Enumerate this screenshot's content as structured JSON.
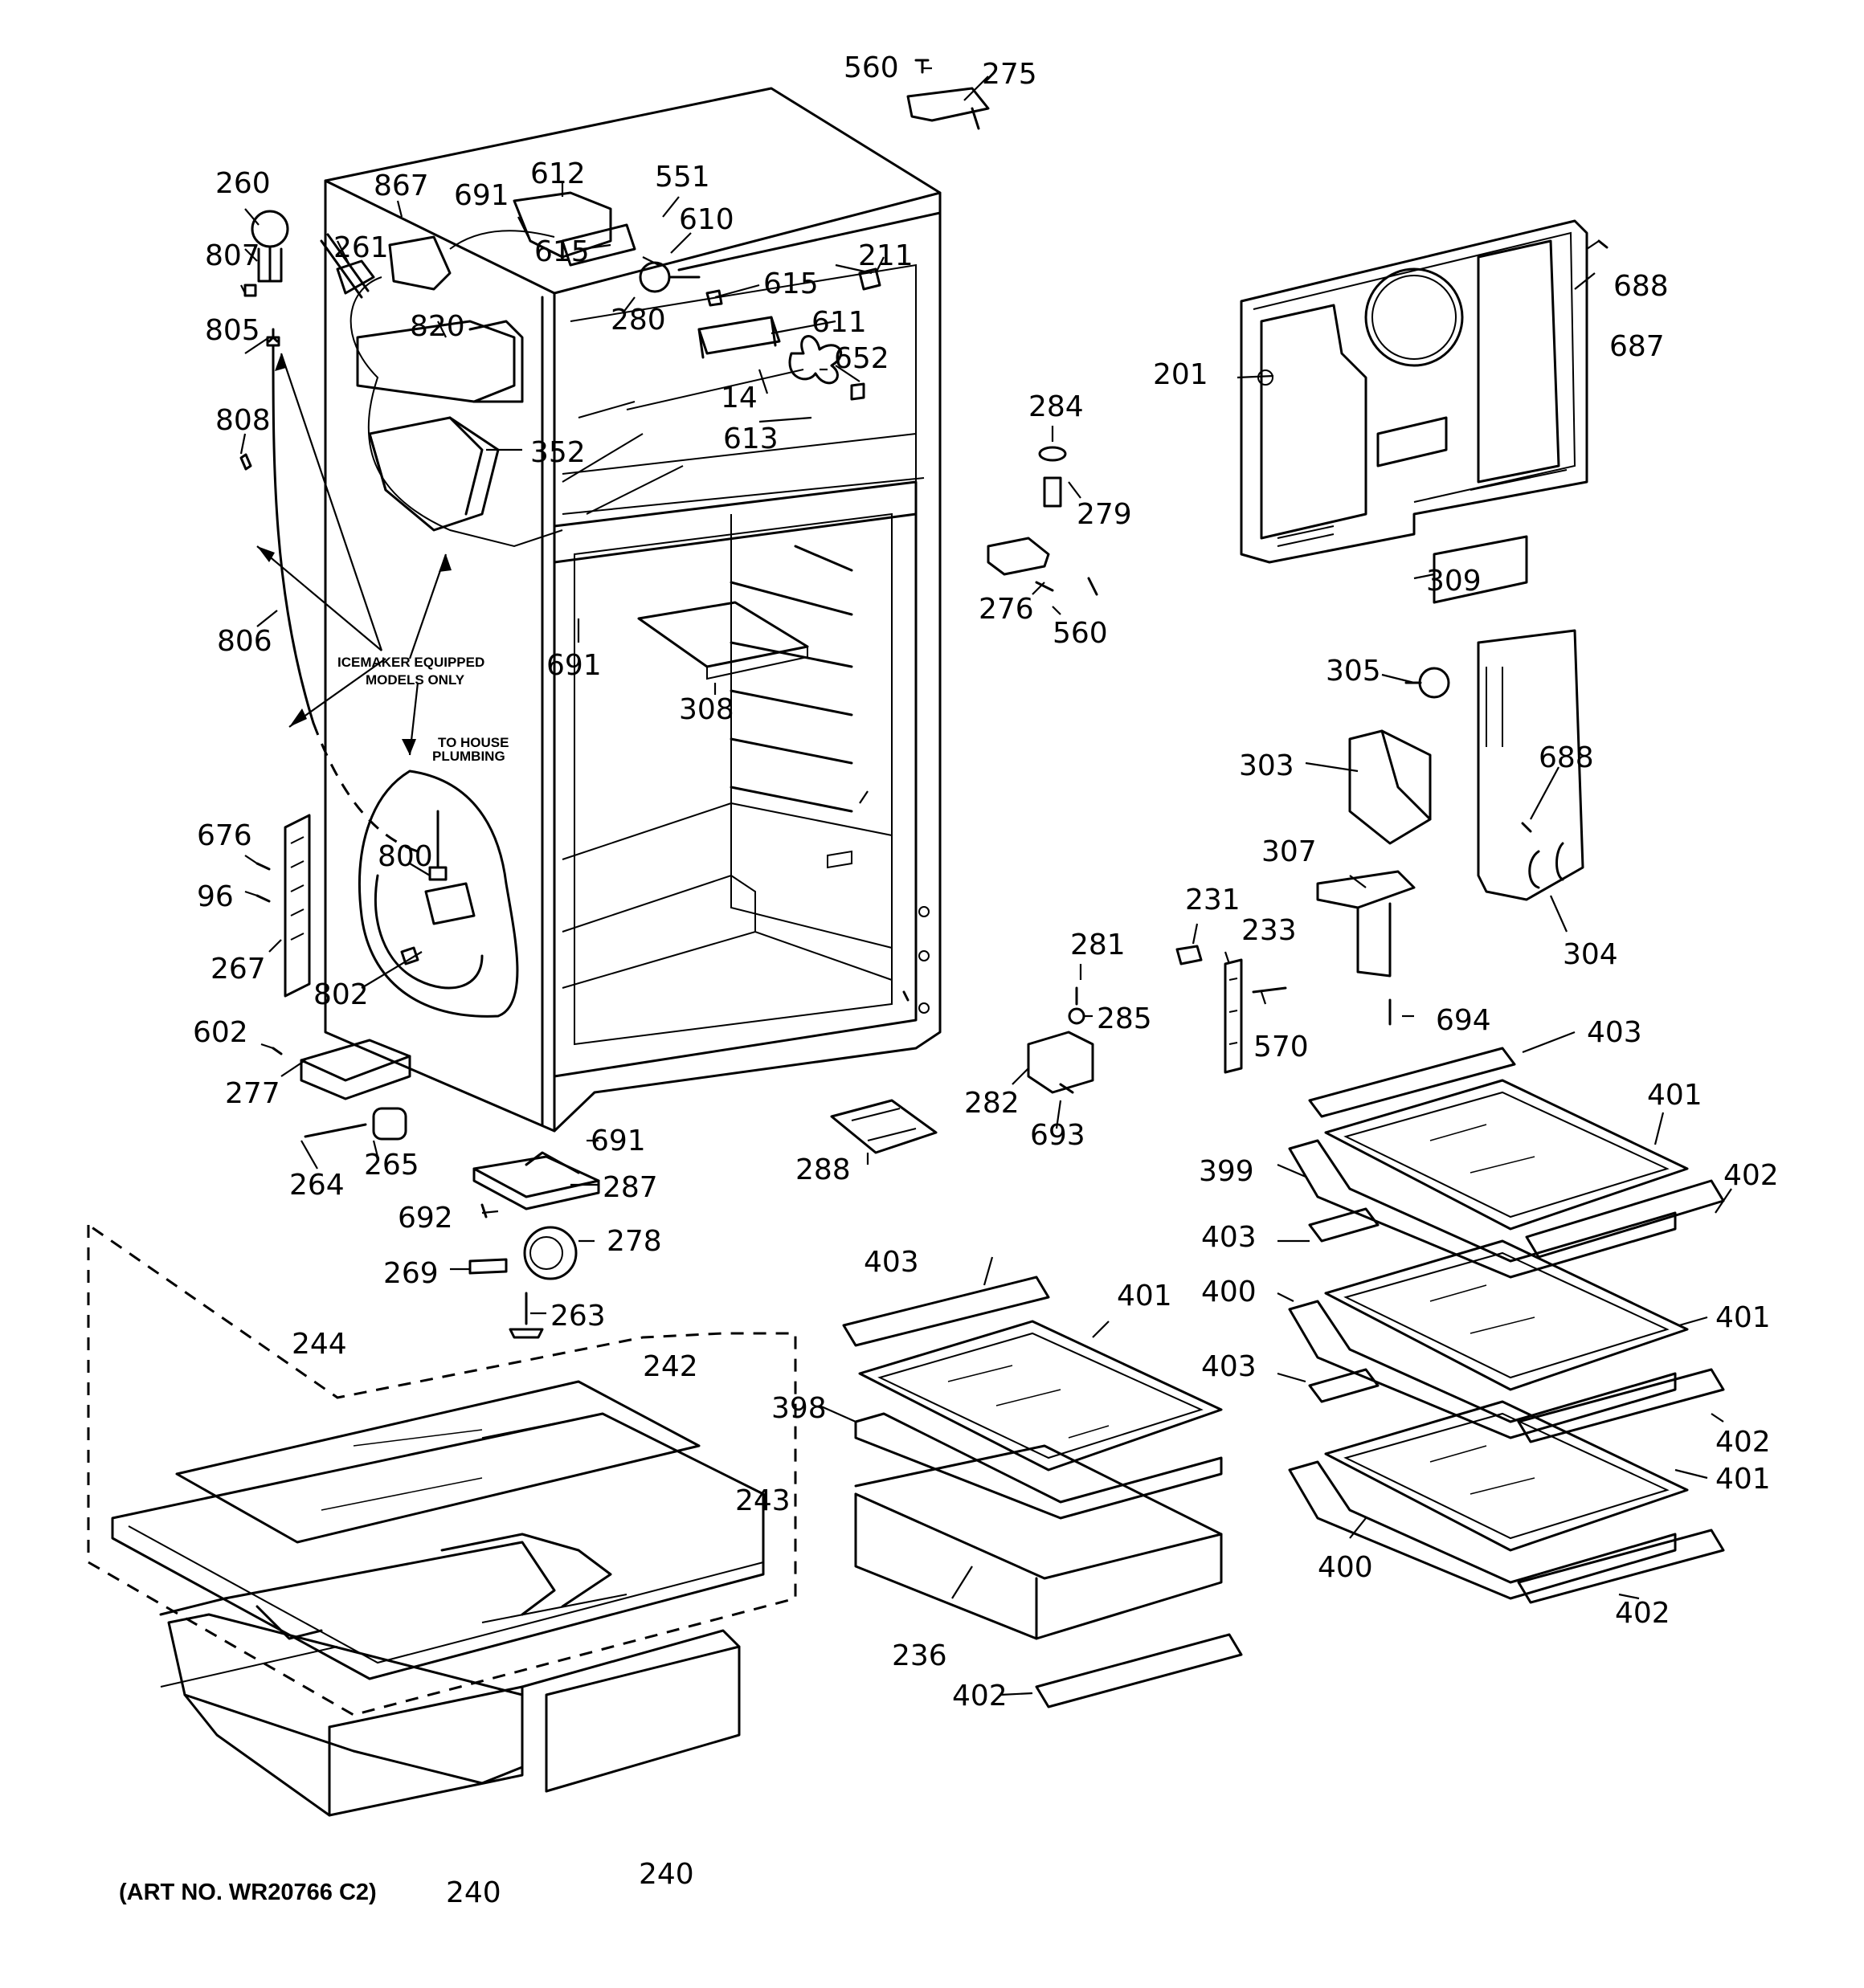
{
  "labels": {
    "l201": "201",
    "l211": "211",
    "l231": "231",
    "l233": "233",
    "l236": "236",
    "l240a": "240",
    "l240b": "240",
    "l242": "242",
    "l243": "243",
    "l244": "244",
    "l260": "260",
    "l261": "261",
    "l263": "263",
    "l264": "264",
    "l265": "265",
    "l267": "267",
    "l269": "269",
    "l275": "275",
    "l276": "276",
    "l277": "277",
    "l278": "278",
    "l279": "279",
    "l280": "280",
    "l281": "281",
    "l282": "282",
    "l284": "284",
    "l285": "285",
    "l287": "287",
    "l288": "288",
    "l303": "303",
    "l304": "304",
    "l305": "305",
    "l307": "307",
    "l308": "308",
    "l309": "309",
    "l352": "352",
    "l398": "398",
    "l399": "399",
    "l400a": "400",
    "l400b": "400",
    "l401a": "401",
    "l401b": "401",
    "l401c": "401",
    "l401d": "401",
    "l402a": "402",
    "l402b": "402",
    "l402c": "402",
    "l402d": "402",
    "l403a": "403",
    "l403b": "403",
    "l403c": "403",
    "l403d": "403",
    "l551": "551",
    "l560a": "560",
    "l560b": "560",
    "l570": "570",
    "l602": "602",
    "l610": "610",
    "l611": "611",
    "l612": "612",
    "l613": "613",
    "l615a": "615",
    "l615b": "615",
    "l652": "652",
    "l676": "676",
    "l687": "687",
    "l688a": "688",
    "l688b": "688",
    "l691a": "691",
    "l691b": "691",
    "l691c": "691",
    "l692": "692",
    "l693": "693",
    "l694": "694",
    "l800": "800",
    "l802": "802",
    "l805": "805",
    "l806": "806",
    "l807": "807",
    "l808": "808",
    "l820": "820",
    "l867": "867",
    "l14": "14",
    "l96": "96"
  },
  "notes": {
    "icemaker_line1": "ICEMAKER EQUIPPED",
    "icemaker_line2": "MODELS ONLY",
    "plumbing_line1": "TO HOUSE",
    "plumbing_line2": "PLUMBING"
  },
  "art_number": "(ART NO. WR20766 C2)"
}
